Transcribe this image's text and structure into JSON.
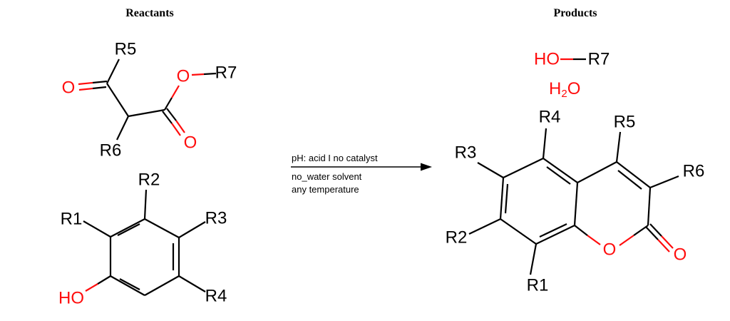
{
  "headers": {
    "reactants": "Reactants",
    "products": "Products"
  },
  "arrow": {
    "conditions": {
      "line1": "pH: acid I no catalyst",
      "line2": "no_water solvent",
      "line3": "any temperature"
    }
  },
  "colors": {
    "carbon_bond": "#000000",
    "oxygen": "#ff0d0d"
  },
  "reactants": {
    "ketoester": {
      "r5": "R5",
      "r6": "R6",
      "r7": "R7",
      "ketone_oxygen": "O",
      "ester_oxygen": "O",
      "ester_carbonyl_oxygen": "O"
    },
    "phenol": {
      "r1": "R1",
      "r2": "R2",
      "r3": "R3",
      "r4": "R4",
      "hydroxyl": "HO"
    }
  },
  "products": {
    "alcohol": {
      "hydroxyl": "HO",
      "r7": "R7"
    },
    "water": {
      "h": "H",
      "subscript_2": "2",
      "o": "O"
    },
    "coumarin": {
      "r1": "R1",
      "r2": "R2",
      "r3": "R3",
      "r4": "R4",
      "r5": "R5",
      "r6": "R6",
      "ring_oxygen": "O",
      "carbonyl_oxygen": "O"
    }
  }
}
